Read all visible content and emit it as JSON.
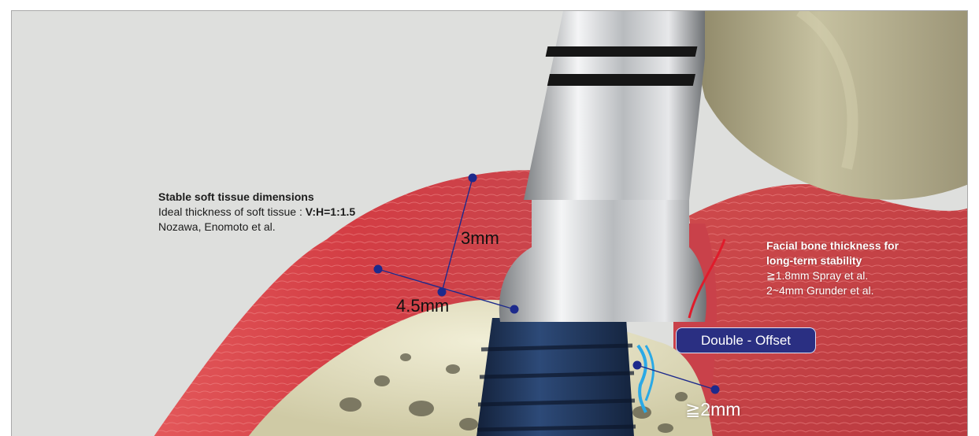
{
  "annotations": {
    "soft_tissue": {
      "title": "Stable soft tissue dimensions",
      "line1_prefix": "Ideal thickness of soft tissue : ",
      "line1_ratio": "V:H=1:1.5",
      "line2": "Nozawa, Enomoto et al."
    },
    "facial_bone": {
      "title_line1": "Facial bone thickness for",
      "title_line2": "long-term stability",
      "line1": "≧1.8mm Spray et al.",
      "line2": "2~4mm Grunder et al."
    }
  },
  "measurements": {
    "vertical": "3mm",
    "horizontal": "4.5mm",
    "bone": "≧2mm"
  },
  "badge": {
    "label": "Double - Offset"
  },
  "colors": {
    "background": "#dedfdd",
    "gum": "#d4454a",
    "bone": "#e6e2c4",
    "implant": "#1f3559",
    "abutment": "#c9cbcd",
    "marker": "#1d2a8c",
    "badge": "#2a2f82",
    "offset_line": "#2aa9e6"
  }
}
